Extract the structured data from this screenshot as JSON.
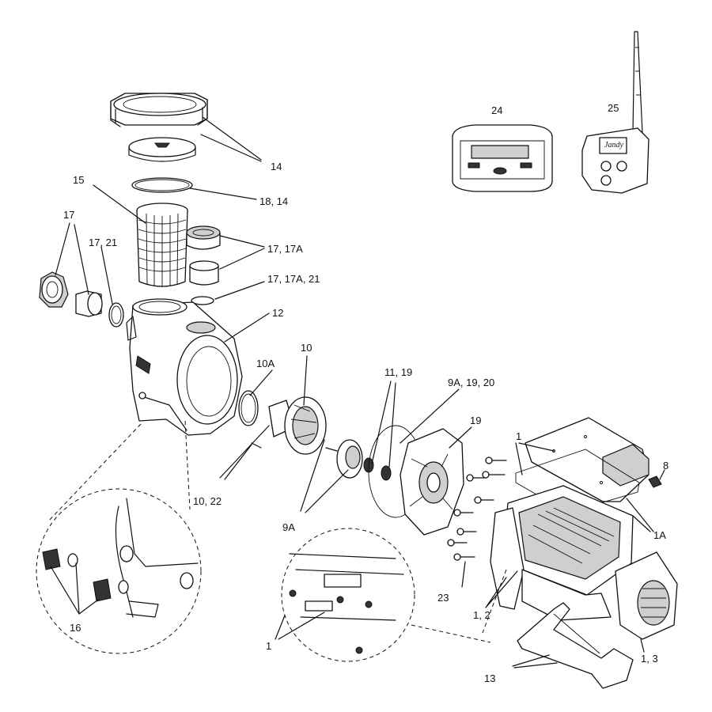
{
  "labels": {
    "l1_top": "1",
    "l1a": "1A",
    "l1_2": "1, 2",
    "l1_3": "1, 3",
    "l1_detail": "1",
    "l8": "8",
    "l9a_19_20": "9A, 19, 20",
    "l9a": "9A",
    "l10": "10",
    "l10a": "10A",
    "l10_22": "10, 22",
    "l11_19": "11, 19",
    "l12": "12",
    "l13": "13",
    "l14": "14",
    "l15": "15",
    "l16": "16",
    "l17": "17",
    "l17_21": "17, 21",
    "l17_17a": "17, 17A",
    "l17_17a_21": "17, 17A, 21",
    "l18_14": "18, 14",
    "l19": "19",
    "l23": "23",
    "l24": "24",
    "l25": "25"
  },
  "brand_logo": "Jandy",
  "icons": {
    "controller": "control-panel-icon",
    "wireless": "antenna-icon"
  }
}
